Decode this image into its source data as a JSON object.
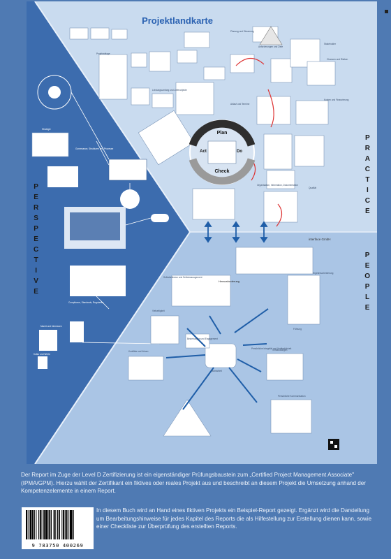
{
  "poster": {
    "title": "Projektlandkarte",
    "side_left": "PERSPECTIVE",
    "side_right_top": "PRACTICE",
    "side_right_bottom": "PEOPLE",
    "cycle": {
      "top": "Plan",
      "right": "Do",
      "bottom": "Check",
      "left": "Act"
    },
    "center_tag": "Herausforderung",
    "logo_text": "interface GmbH",
    "small_labels": [
      "Projektablage",
      "Planung und Steuerung",
      "Anforderungen und Ziele",
      "Stakeholder",
      "Chancen und Risiken",
      "Ablauf und Termine",
      "Leistungsumfang und Lieferobjekte",
      "Organisation, Information, Dokumentation",
      "Qualität",
      "Kosten und Finanzierung",
      "Strategie",
      "Governance, Strukturen und Prozesse",
      "Compliance, Standards, Regularien",
      "Macht und Interessen",
      "Kultur und Werte",
      "Selbstreflexion und Selbstmanagement",
      "Persönliche Integrität und Verlässlichkeit",
      "Beziehungen und Engagement",
      "Teamarbeit",
      "Konflikte und Krisen",
      "Vielseitigkeit",
      "Verhandlungen",
      "Ergebnisorientierung",
      "Führung",
      "Persönliche Kommunikation"
    ]
  },
  "blurb": {
    "p1": "Der Report im Zuge der Level D Zertifizierung ist ein eigenständiger Prüfungsbaustein zum „Certified Project Management Associate\" (IPMA/GPM). Hierzu wählt der Zertifikant ein fiktives oder reales Projekt aus und beschreibt an diesem Projekt die Umsetzung anhand der Kompetenzelemente in einem Report.",
    "p2": "In diesem Buch wird an Hand eines fiktiven Projekts ein Beispiel-Report gezeigt. Ergänzt wird die Darstellung um Bearbeitungshinweise für jedes Kapitel des Reports die als Hilfestellung zur Erstellung dienen kann, sowie einer Checkliste zur Überprüfung des erstellten Reports."
  },
  "barcode": {
    "number": "9 783750 400269"
  },
  "colors": {
    "background": "#4f7ab3",
    "perspective": "#3f6eb0",
    "practice": "#cadcf0",
    "people": "#aec8e6",
    "accent": "#1f5ea8"
  }
}
